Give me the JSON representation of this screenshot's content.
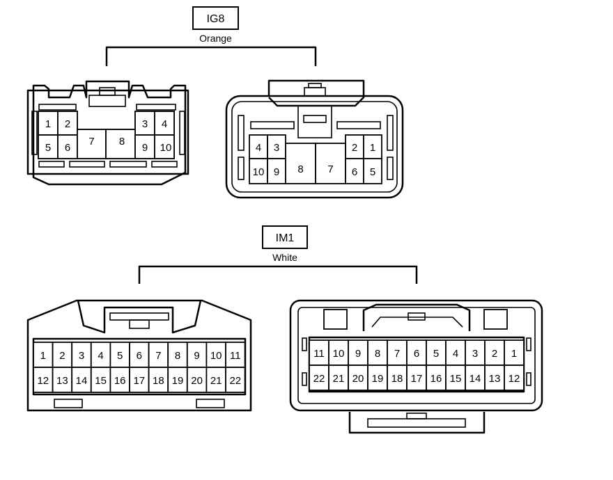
{
  "connectors": [
    {
      "id": "IG8",
      "color": "Orange",
      "views": [
        {
          "pins": [
            {
              "num": "1"
            },
            {
              "num": "2"
            },
            {
              "num": "3"
            },
            {
              "num": "4"
            },
            {
              "num": "5"
            },
            {
              "num": "6"
            },
            {
              "num": "7"
            },
            {
              "num": "8"
            },
            {
              "num": "9"
            },
            {
              "num": "10"
            }
          ]
        },
        {
          "pins": [
            {
              "num": "4"
            },
            {
              "num": "3"
            },
            {
              "num": "2"
            },
            {
              "num": "1"
            },
            {
              "num": "10"
            },
            {
              "num": "9"
            },
            {
              "num": "8"
            },
            {
              "num": "7"
            },
            {
              "num": "6"
            },
            {
              "num": "5"
            }
          ]
        }
      ]
    },
    {
      "id": "IM1",
      "color": "White",
      "views": [
        {
          "top_row": [
            "1",
            "2",
            "3",
            "4",
            "5",
            "6",
            "7",
            "8",
            "9",
            "10",
            "11"
          ],
          "bottom_row": [
            "12",
            "13",
            "14",
            "15",
            "16",
            "17",
            "18",
            "19",
            "20",
            "21",
            "22"
          ]
        },
        {
          "top_row": [
            "11",
            "10",
            "9",
            "8",
            "7",
            "6",
            "5",
            "4",
            "3",
            "2",
            "1"
          ],
          "bottom_row": [
            "22",
            "21",
            "20",
            "19",
            "18",
            "17",
            "16",
            "15",
            "14",
            "13",
            "12"
          ]
        }
      ]
    }
  ]
}
